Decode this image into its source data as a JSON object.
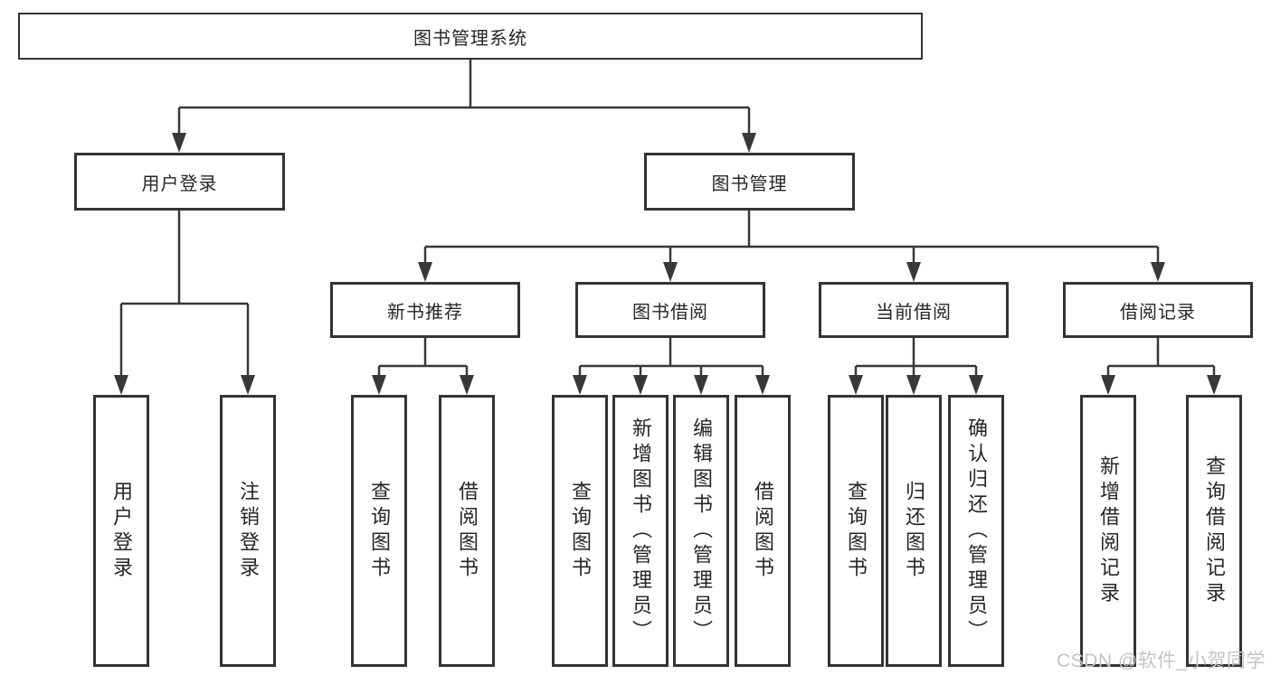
{
  "diagram": {
    "root": "图书管理系统",
    "user_login": {
      "label": "用户登录",
      "children": [
        "用户登录",
        "注销登录"
      ]
    },
    "book_mgmt": {
      "label": "图书管理",
      "modules": [
        {
          "label": "新书推荐",
          "children": [
            "查询图书",
            "借阅图书"
          ]
        },
        {
          "label": "图书借阅",
          "children": [
            "查询图书",
            "新增图书（管理员）",
            "编辑图书（管理员）",
            "借阅图书"
          ]
        },
        {
          "label": "当前借阅",
          "children": [
            "查询图书",
            "归还图书",
            "确认归还（管理员）"
          ]
        },
        {
          "label": "借阅记录",
          "children": [
            "新增借阅记录",
            "查询借阅记录"
          ]
        }
      ]
    }
  },
  "watermark": "CSDN @软件_小贺同学",
  "colors": {
    "line": "#383838",
    "box_border": "#333333",
    "text": "#262626",
    "watermark": "#c4c4c4"
  }
}
